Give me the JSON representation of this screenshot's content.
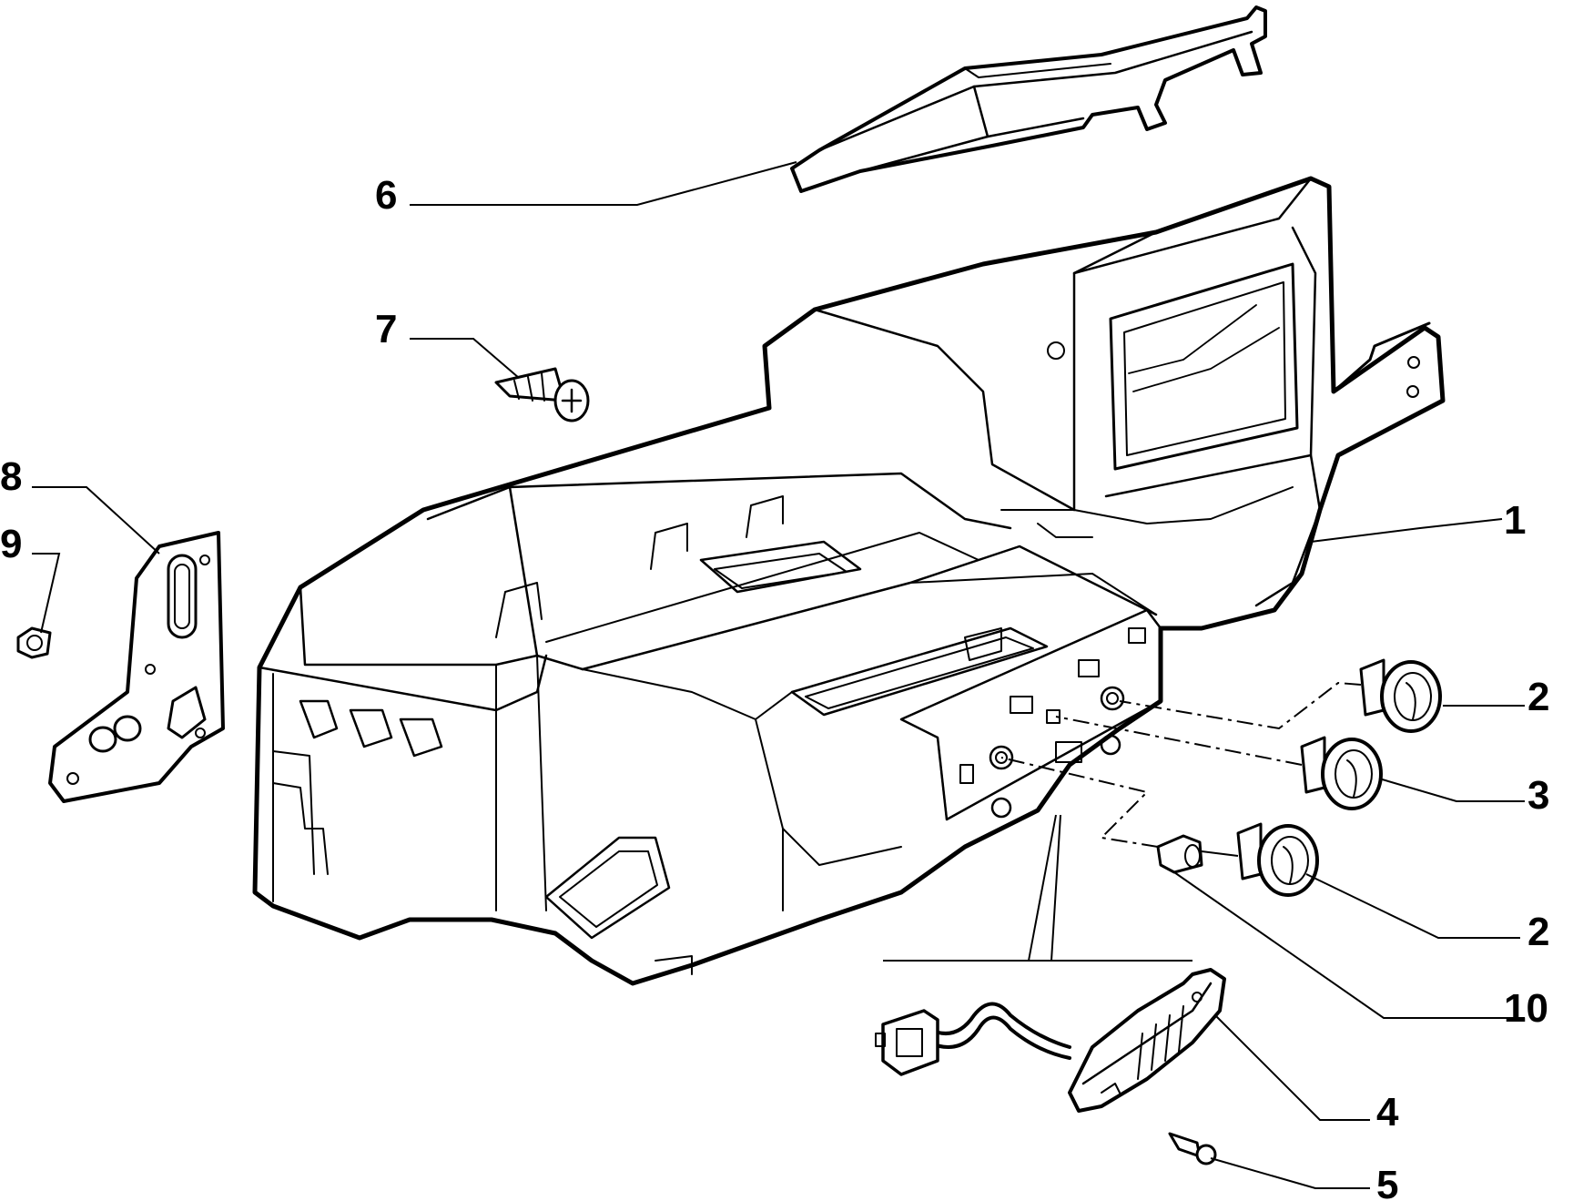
{
  "diagram": {
    "type": "exploded-parts-diagram",
    "colors": {
      "ink": "#000000",
      "background": "#ffffff"
    },
    "callouts": [
      {
        "id": "c1",
        "label": "1"
      },
      {
        "id": "c2a",
        "label": "2"
      },
      {
        "id": "c3",
        "label": "3"
      },
      {
        "id": "c2b",
        "label": "2"
      },
      {
        "id": "c10",
        "label": "10"
      },
      {
        "id": "c4",
        "label": "4"
      },
      {
        "id": "c5",
        "label": "5"
      },
      {
        "id": "c6",
        "label": "6"
      },
      {
        "id": "c7",
        "label": "7"
      },
      {
        "id": "c8",
        "label": "8"
      },
      {
        "id": "c9",
        "label": "9"
      }
    ]
  }
}
